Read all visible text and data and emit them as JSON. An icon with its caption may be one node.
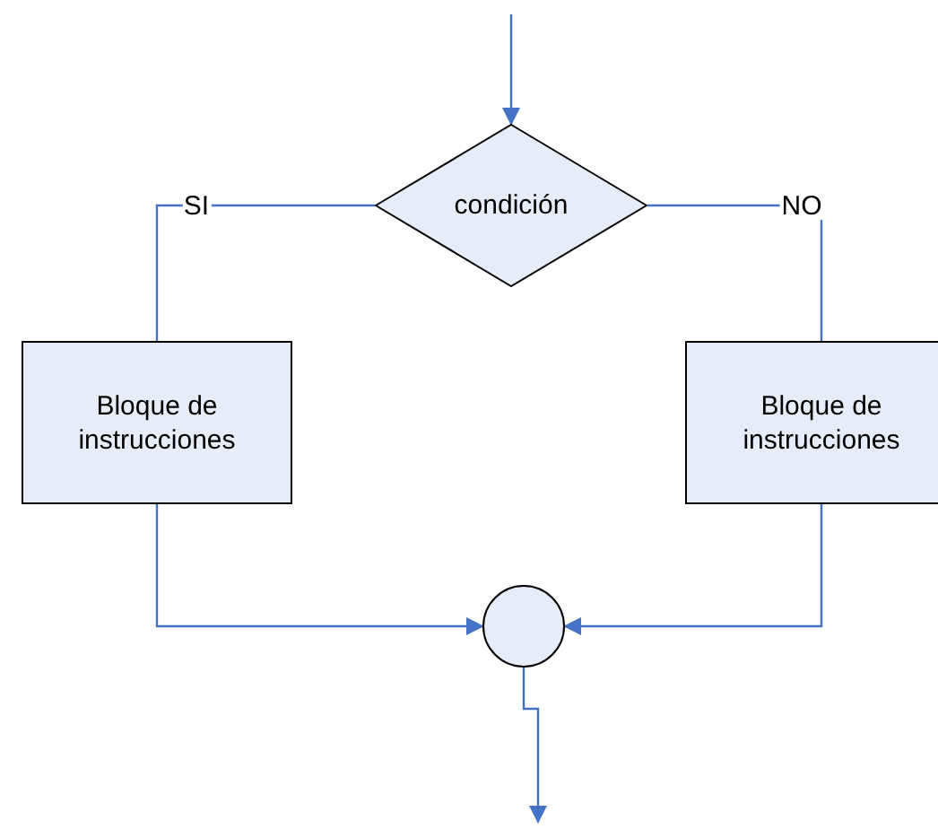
{
  "diagram": {
    "nodes": [
      {
        "text": [
          "condición"
        ]
      },
      {
        "text": [
          "Bloque de instrucciones"
        ]
      },
      {
        "text": [
          "Bloque de instrucciones"
        ]
      },
      {
        "text": [],
        "shape": "circle"
      }
    ],
    "edges": [
      {
        "from": null,
        "to": 0,
        "arrow": "to"
      },
      {
        "from": 0,
        "to": 1,
        "label": "SI",
        "arrow": "none"
      },
      {
        "from": 0,
        "to": 2,
        "label": "NO",
        "arrow": "none"
      },
      {
        "from": 1,
        "to": 3,
        "arrow": "to"
      },
      {
        "from": 2,
        "to": 3,
        "arrow": "to"
      },
      {
        "from": 3,
        "to": null,
        "arrow": "to"
      }
    ]
  }
}
